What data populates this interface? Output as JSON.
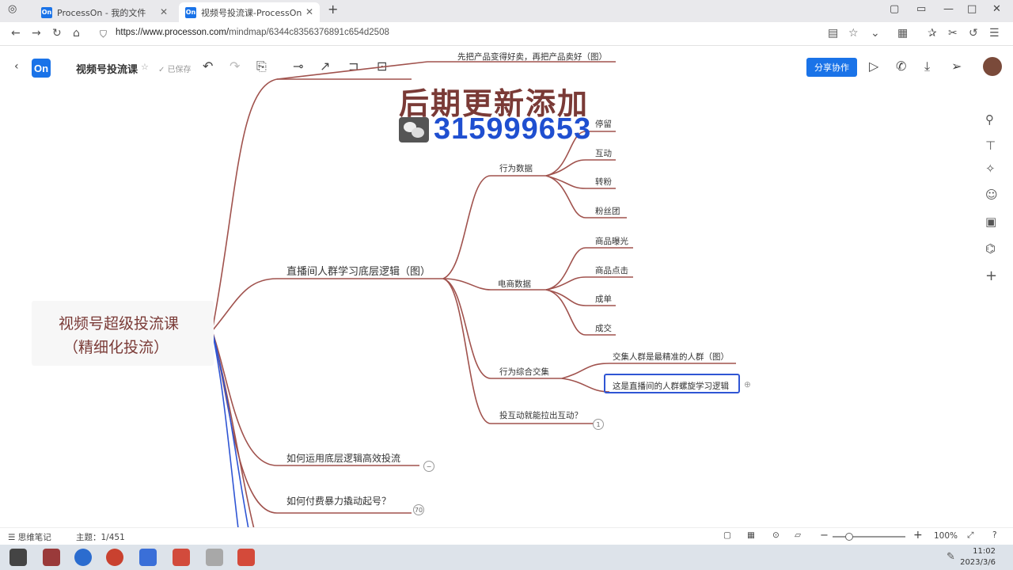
{
  "browser": {
    "tabs": [
      {
        "label": "ProcessOn - 我的文件",
        "favicon": "On"
      },
      {
        "label": "视频号投流课-ProcessOn",
        "favicon": "On"
      }
    ],
    "url_prefix": "https://www.processon.com/",
    "url_rest": "mindmap/6344c8356376891c654d2508"
  },
  "app": {
    "logo": "On",
    "doc_title": "视频号投流课",
    "saved_status": "已保存",
    "share_label": "分享协作"
  },
  "mindmap": {
    "root": {
      "line1": "视频号超级投流课",
      "line2": "（精细化投流）"
    },
    "top_branch": "先把产品变得好卖，再把产品卖好（图）",
    "branch_main": "直播间人群学习底层逻辑（图）",
    "behavior": {
      "label": "行为数据",
      "children": [
        "停留",
        "互动",
        "转粉",
        "粉丝团"
      ]
    },
    "ecommerce": {
      "label": "电商数据",
      "children": [
        "商品曝光",
        "商品点击",
        "成单",
        "成交"
      ]
    },
    "combined": {
      "label": "行为综合交集",
      "children": [
        "交集人群是最精准的人群（图）",
        "这是直播间的人群螺旋学习逻辑"
      ]
    },
    "interaction_q": "投互动就能拉出互动？",
    "interaction_badge": "1",
    "branch_how": "如何运用底层逻辑高效投流",
    "branch_paid": "如何付费暴力撬动起号？",
    "paid_badge": "70"
  },
  "overlay": {
    "line1": "后期更新添加",
    "number": "315999653"
  },
  "status": {
    "notes": "思维笔记",
    "topics": "主题：1/451",
    "zoom": "100%"
  },
  "taskbar": {
    "time": "11:02",
    "date": "2023/3/6"
  },
  "colors": {
    "brand": "#1a73e8",
    "branch": "#a0524d",
    "root_text": "#7a3a36",
    "selection": "#2f55d4"
  }
}
